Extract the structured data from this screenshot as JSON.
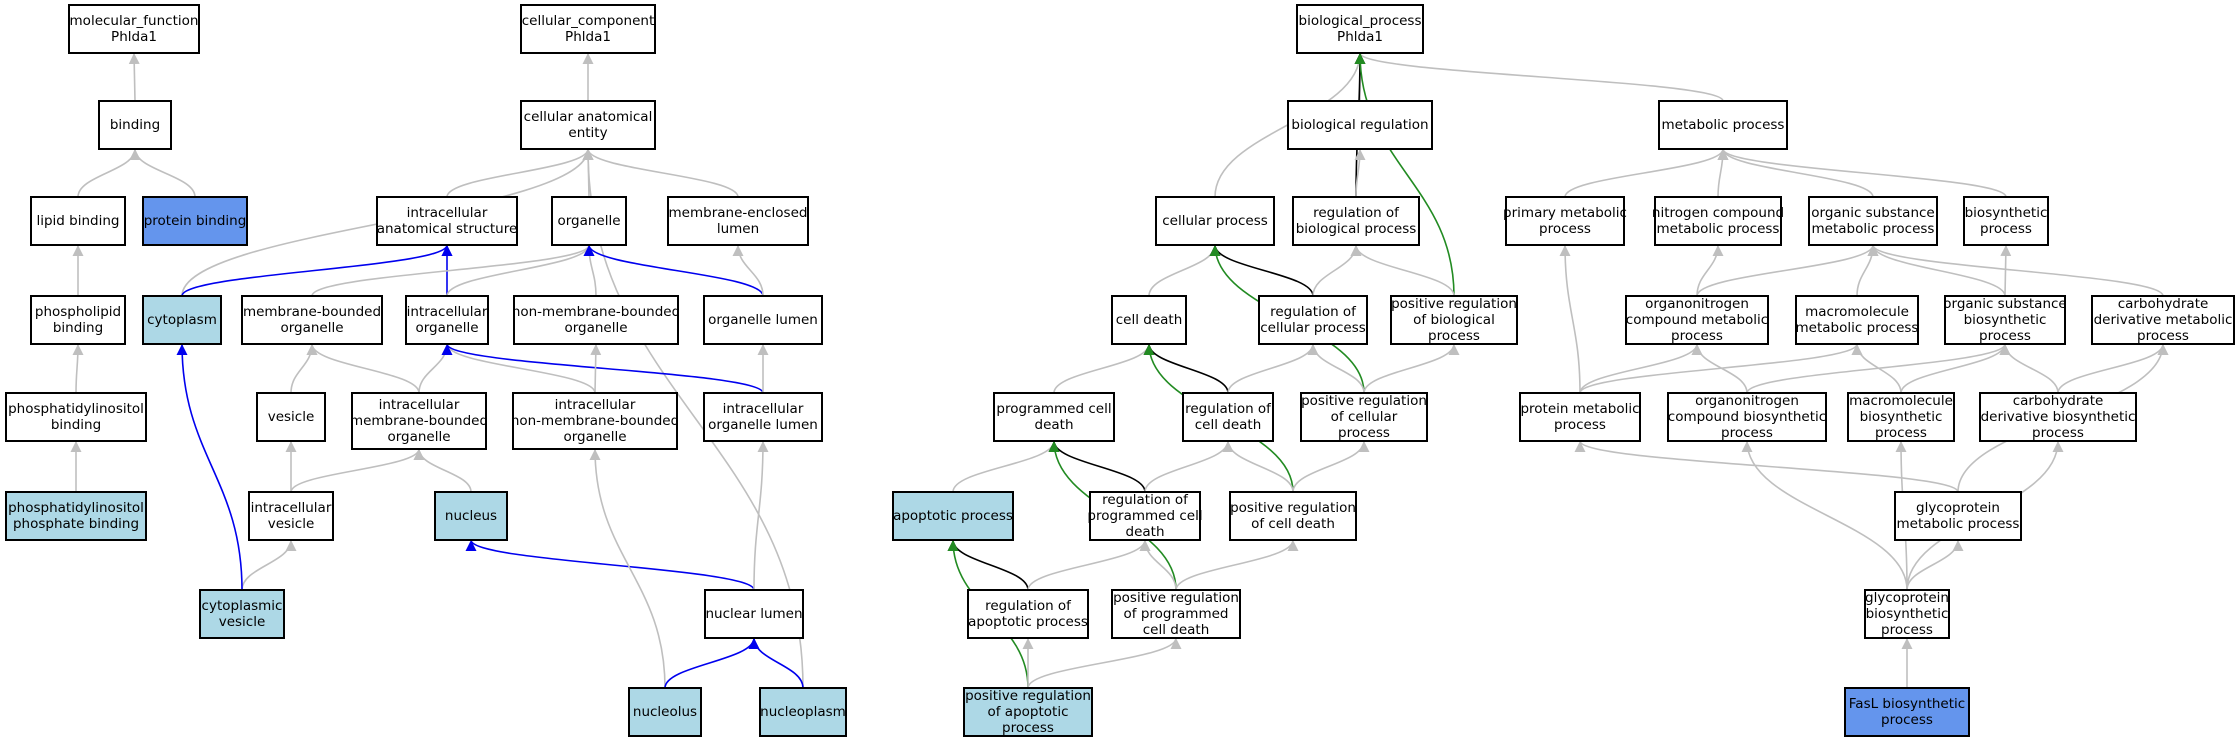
{
  "colors": {
    "default_fill": "#ffffff",
    "light_blue": "#add8e6",
    "cornflower_blue": "#6495ed",
    "edge_gray": "#bfbfbf",
    "edge_blue": "#0000ee",
    "edge_black": "#000000",
    "edge_green": "#228b22"
  },
  "nodes": [
    {
      "id": "mf",
      "lines": [
        "molecular_function",
        "Phlda1"
      ],
      "fill": "default"
    },
    {
      "id": "binding",
      "lines": [
        "binding"
      ],
      "fill": "default"
    },
    {
      "id": "lipid_binding",
      "lines": [
        "lipid binding"
      ],
      "fill": "default"
    },
    {
      "id": "protein_binding",
      "lines": [
        "protein binding"
      ],
      "fill": "cornflower_blue"
    },
    {
      "id": "phospholipid_binding",
      "lines": [
        "phospholipid",
        "binding"
      ],
      "fill": "default"
    },
    {
      "id": "pi_binding",
      "lines": [
        "phosphatidylinositol",
        "binding"
      ],
      "fill": "default"
    },
    {
      "id": "pip_binding",
      "lines": [
        "phosphatidylinositol",
        "phosphate binding"
      ],
      "fill": "light_blue"
    },
    {
      "id": "cc",
      "lines": [
        "cellular_component",
        "Phlda1"
      ],
      "fill": "default"
    },
    {
      "id": "cae",
      "lines": [
        "cellular anatomical",
        "entity"
      ],
      "fill": "default"
    },
    {
      "id": "ias",
      "lines": [
        "intracellular",
        "anatomical structure"
      ],
      "fill": "default"
    },
    {
      "id": "organelle",
      "lines": [
        "organelle"
      ],
      "fill": "default"
    },
    {
      "id": "mel",
      "lines": [
        "membrane-enclosed",
        "lumen"
      ],
      "fill": "default"
    },
    {
      "id": "cytoplasm",
      "lines": [
        "cytoplasm"
      ],
      "fill": "light_blue"
    },
    {
      "id": "mbo",
      "lines": [
        "membrane-bounded",
        "organelle"
      ],
      "fill": "default"
    },
    {
      "id": "io",
      "lines": [
        "intracellular",
        "organelle"
      ],
      "fill": "default"
    },
    {
      "id": "nmbo",
      "lines": [
        "non-membrane-bounded",
        "organelle"
      ],
      "fill": "default"
    },
    {
      "id": "ol",
      "lines": [
        "organelle lumen"
      ],
      "fill": "default"
    },
    {
      "id": "vesicle",
      "lines": [
        "vesicle"
      ],
      "fill": "default"
    },
    {
      "id": "imbo",
      "lines": [
        "intracellular",
        "membrane-bounded",
        "organelle"
      ],
      "fill": "default"
    },
    {
      "id": "inmbo",
      "lines": [
        "intracellular",
        "non-membrane-bounded",
        "organelle"
      ],
      "fill": "default"
    },
    {
      "id": "iol",
      "lines": [
        "intracellular",
        "organelle lumen"
      ],
      "fill": "default"
    },
    {
      "id": "iv",
      "lines": [
        "intracellular",
        "vesicle"
      ],
      "fill": "default"
    },
    {
      "id": "nucleus",
      "lines": [
        "nucleus"
      ],
      "fill": "light_blue"
    },
    {
      "id": "cv",
      "lines": [
        "cytoplasmic",
        "vesicle"
      ],
      "fill": "light_blue"
    },
    {
      "id": "nl",
      "lines": [
        "nuclear lumen"
      ],
      "fill": "default"
    },
    {
      "id": "nucleolus",
      "lines": [
        "nucleolus"
      ],
      "fill": "light_blue"
    },
    {
      "id": "nucleoplasm",
      "lines": [
        "nucleoplasm"
      ],
      "fill": "light_blue"
    },
    {
      "id": "bp",
      "lines": [
        "biological_process",
        "Phlda1"
      ],
      "fill": "default"
    },
    {
      "id": "breg",
      "lines": [
        "biological regulation"
      ],
      "fill": "default"
    },
    {
      "id": "metab",
      "lines": [
        "metabolic process"
      ],
      "fill": "default"
    },
    {
      "id": "cp",
      "lines": [
        "cellular process"
      ],
      "fill": "default"
    },
    {
      "id": "rbp",
      "lines": [
        "regulation of",
        "biological process"
      ],
      "fill": "default"
    },
    {
      "id": "pmp",
      "lines": [
        "primary metabolic",
        "process"
      ],
      "fill": "default"
    },
    {
      "id": "ncmp",
      "lines": [
        "nitrogen compound",
        "metabolic process"
      ],
      "fill": "default"
    },
    {
      "id": "osmp",
      "lines": [
        "organic substance",
        "metabolic process"
      ],
      "fill": "default"
    },
    {
      "id": "biosyn",
      "lines": [
        "biosynthetic",
        "process"
      ],
      "fill": "default"
    },
    {
      "id": "cd",
      "lines": [
        "cell death"
      ],
      "fill": "default"
    },
    {
      "id": "rcp",
      "lines": [
        "regulation of",
        "cellular process"
      ],
      "fill": "default"
    },
    {
      "id": "prbp",
      "lines": [
        "positive regulation",
        "of biological",
        "process"
      ],
      "fill": "default"
    },
    {
      "id": "oncmp",
      "lines": [
        "organonitrogen",
        "compound metabolic",
        "process"
      ],
      "fill": "default"
    },
    {
      "id": "mmp",
      "lines": [
        "macromolecule",
        "metabolic process"
      ],
      "fill": "default"
    },
    {
      "id": "osbp",
      "lines": [
        "organic substance",
        "biosynthetic",
        "process"
      ],
      "fill": "default"
    },
    {
      "id": "cdmp",
      "lines": [
        "carbohydrate",
        "derivative metabolic",
        "process"
      ],
      "fill": "default"
    },
    {
      "id": "pcd",
      "lines": [
        "programmed cell",
        "death"
      ],
      "fill": "default"
    },
    {
      "id": "rcd",
      "lines": [
        "regulation of",
        "cell death"
      ],
      "fill": "default"
    },
    {
      "id": "prcp",
      "lines": [
        "positive regulation",
        "of cellular",
        "process"
      ],
      "fill": "default"
    },
    {
      "id": "protmp",
      "lines": [
        "protein metabolic",
        "process"
      ],
      "fill": "default"
    },
    {
      "id": "oncbp",
      "lines": [
        "organonitrogen",
        "compound biosynthetic",
        "process"
      ],
      "fill": "default"
    },
    {
      "id": "mbp",
      "lines": [
        "macromolecule",
        "biosynthetic",
        "process"
      ],
      "fill": "default"
    },
    {
      "id": "cdbp",
      "lines": [
        "carbohydrate",
        "derivative biosynthetic",
        "process"
      ],
      "fill": "default"
    },
    {
      "id": "ap",
      "lines": [
        "apoptotic process"
      ],
      "fill": "light_blue"
    },
    {
      "id": "rpcd",
      "lines": [
        "regulation of",
        "programmed cell",
        "death"
      ],
      "fill": "default"
    },
    {
      "id": "prcd",
      "lines": [
        "positive regulation",
        "of cell death"
      ],
      "fill": "default"
    },
    {
      "id": "gmp",
      "lines": [
        "glycoprotein",
        "metabolic process"
      ],
      "fill": "default"
    },
    {
      "id": "rap",
      "lines": [
        "regulation of",
        "apoptotic process"
      ],
      "fill": "default"
    },
    {
      "id": "prpcd",
      "lines": [
        "positive regulation",
        "of programmed",
        "cell death"
      ],
      "fill": "default"
    },
    {
      "id": "gbp",
      "lines": [
        "glycoprotein",
        "biosynthetic",
        "process"
      ],
      "fill": "default"
    },
    {
      "id": "prap",
      "lines": [
        "positive regulation",
        "of apoptotic",
        "process"
      ],
      "fill": "light_blue"
    },
    {
      "id": "faslbp",
      "lines": [
        "FasL biosynthetic",
        "process"
      ],
      "fill": "cornflower_blue"
    }
  ],
  "edges": [
    {
      "from": "binding",
      "to": "mf",
      "color": "gray"
    },
    {
      "from": "lipid_binding",
      "to": "binding",
      "color": "gray"
    },
    {
      "from": "protein_binding",
      "to": "binding",
      "color": "gray"
    },
    {
      "from": "phospholipid_binding",
      "to": "lipid_binding",
      "color": "gray"
    },
    {
      "from": "pi_binding",
      "to": "phospholipid_binding",
      "color": "gray"
    },
    {
      "from": "pip_binding",
      "to": "pi_binding",
      "color": "gray"
    },
    {
      "from": "cae",
      "to": "cc",
      "color": "gray"
    },
    {
      "from": "ias",
      "to": "cae",
      "color": "gray"
    },
    {
      "from": "organelle",
      "to": "cae",
      "color": "gray"
    },
    {
      "from": "mel",
      "to": "cae",
      "color": "gray"
    },
    {
      "from": "cytoplasm",
      "to": "cae",
      "color": "gray"
    },
    {
      "from": "nucleoplasm",
      "to": "cae",
      "color": "gray"
    },
    {
      "from": "cytoplasm",
      "to": "ias",
      "color": "blue"
    },
    {
      "from": "io",
      "to": "ias",
      "color": "blue"
    },
    {
      "from": "mbo",
      "to": "organelle",
      "color": "gray"
    },
    {
      "from": "io",
      "to": "organelle",
      "color": "gray"
    },
    {
      "from": "nmbo",
      "to": "organelle",
      "color": "gray"
    },
    {
      "from": "ol",
      "to": "organelle",
      "color": "blue"
    },
    {
      "from": "ol",
      "to": "mel",
      "color": "gray"
    },
    {
      "from": "vesicle",
      "to": "mbo",
      "color": "gray"
    },
    {
      "from": "imbo",
      "to": "mbo",
      "color": "gray"
    },
    {
      "from": "imbo",
      "to": "io",
      "color": "gray"
    },
    {
      "from": "inmbo",
      "to": "io",
      "color": "gray"
    },
    {
      "from": "iol",
      "to": "io",
      "color": "blue"
    },
    {
      "from": "inmbo",
      "to": "nmbo",
      "color": "gray"
    },
    {
      "from": "iol",
      "to": "ol",
      "color": "gray"
    },
    {
      "from": "iv",
      "to": "vesicle",
      "color": "gray"
    },
    {
      "from": "iv",
      "to": "imbo",
      "color": "gray"
    },
    {
      "from": "nucleus",
      "to": "imbo",
      "color": "gray"
    },
    {
      "from": "cv",
      "to": "iv",
      "color": "gray"
    },
    {
      "from": "cv",
      "to": "cytoplasm",
      "color": "blue"
    },
    {
      "from": "nl",
      "to": "nucleus",
      "color": "blue"
    },
    {
      "from": "nl",
      "to": "iol",
      "color": "gray"
    },
    {
      "from": "nucleolus",
      "to": "inmbo",
      "color": "gray"
    },
    {
      "from": "nucleolus",
      "to": "nl",
      "color": "blue"
    },
    {
      "from": "nucleoplasm",
      "to": "nl",
      "color": "blue"
    },
    {
      "from": "breg",
      "to": "bp",
      "color": "gray"
    },
    {
      "from": "metab",
      "to": "bp",
      "color": "gray"
    },
    {
      "from": "cp",
      "to": "bp",
      "color": "gray"
    },
    {
      "from": "rbp",
      "to": "bp",
      "color": "black"
    },
    {
      "from": "prbp",
      "to": "bp",
      "color": "green"
    },
    {
      "from": "rbp",
      "to": "breg",
      "color": "gray"
    },
    {
      "from": "cd",
      "to": "cp",
      "color": "gray"
    },
    {
      "from": "rcp",
      "to": "cp",
      "color": "black"
    },
    {
      "from": "prcp",
      "to": "cp",
      "color": "green"
    },
    {
      "from": "rcp",
      "to": "rbp",
      "color": "gray"
    },
    {
      "from": "prbp",
      "to": "rbp",
      "color": "gray"
    },
    {
      "from": "prcp",
      "to": "rcp",
      "color": "gray"
    },
    {
      "from": "prcp",
      "to": "prbp",
      "color": "gray"
    },
    {
      "from": "pcd",
      "to": "cd",
      "color": "gray"
    },
    {
      "from": "rcd",
      "to": "cd",
      "color": "black"
    },
    {
      "from": "prcd",
      "to": "cd",
      "color": "green"
    },
    {
      "from": "rcd",
      "to": "rcp",
      "color": "gray"
    },
    {
      "from": "prcd",
      "to": "rcd",
      "color": "gray"
    },
    {
      "from": "prcd",
      "to": "prcp",
      "color": "gray"
    },
    {
      "from": "ap",
      "to": "pcd",
      "color": "gray"
    },
    {
      "from": "rpcd",
      "to": "pcd",
      "color": "black"
    },
    {
      "from": "prpcd",
      "to": "pcd",
      "color": "green"
    },
    {
      "from": "rpcd",
      "to": "rcd",
      "color": "gray"
    },
    {
      "from": "prpcd",
      "to": "rpcd",
      "color": "gray"
    },
    {
      "from": "prpcd",
      "to": "prcd",
      "color": "gray"
    },
    {
      "from": "rap",
      "to": "ap",
      "color": "black"
    },
    {
      "from": "prap",
      "to": "ap",
      "color": "green"
    },
    {
      "from": "rap",
      "to": "rpcd",
      "color": "gray"
    },
    {
      "from": "prap",
      "to": "rap",
      "color": "gray"
    },
    {
      "from": "prap",
      "to": "prpcd",
      "color": "gray"
    },
    {
      "from": "pmp",
      "to": "metab",
      "color": "gray"
    },
    {
      "from": "ncmp",
      "to": "metab",
      "color": "gray"
    },
    {
      "from": "osmp",
      "to": "metab",
      "color": "gray"
    },
    {
      "from": "biosyn",
      "to": "metab",
      "color": "gray"
    },
    {
      "from": "oncmp",
      "to": "ncmp",
      "color": "gray"
    },
    {
      "from": "oncmp",
      "to": "osmp",
      "color": "gray"
    },
    {
      "from": "mmp",
      "to": "osmp",
      "color": "gray"
    },
    {
      "from": "osbp",
      "to": "osmp",
      "color": "gray"
    },
    {
      "from": "cdmp",
      "to": "osmp",
      "color": "gray"
    },
    {
      "from": "osbp",
      "to": "biosyn",
      "color": "gray"
    },
    {
      "from": "protmp",
      "to": "pmp",
      "color": "gray"
    },
    {
      "from": "protmp",
      "to": "oncmp",
      "color": "gray"
    },
    {
      "from": "protmp",
      "to": "mmp",
      "color": "gray"
    },
    {
      "from": "oncbp",
      "to": "oncmp",
      "color": "gray"
    },
    {
      "from": "oncbp",
      "to": "osbp",
      "color": "gray"
    },
    {
      "from": "mbp",
      "to": "mmp",
      "color": "gray"
    },
    {
      "from": "mbp",
      "to": "osbp",
      "color": "gray"
    },
    {
      "from": "cdbp",
      "to": "osbp",
      "color": "gray"
    },
    {
      "from": "cdbp",
      "to": "cdmp",
      "color": "gray"
    },
    {
      "from": "gmp",
      "to": "protmp",
      "color": "gray"
    },
    {
      "from": "gmp",
      "to": "cdmp",
      "color": "gray"
    },
    {
      "from": "gbp",
      "to": "oncbp",
      "color": "gray"
    },
    {
      "from": "gbp",
      "to": "mbp",
      "color": "gray"
    },
    {
      "from": "gbp",
      "to": "cdbp",
      "color": "gray"
    },
    {
      "from": "gbp",
      "to": "gmp",
      "color": "gray"
    },
    {
      "from": "faslbp",
      "to": "gbp",
      "color": "gray"
    }
  ]
}
